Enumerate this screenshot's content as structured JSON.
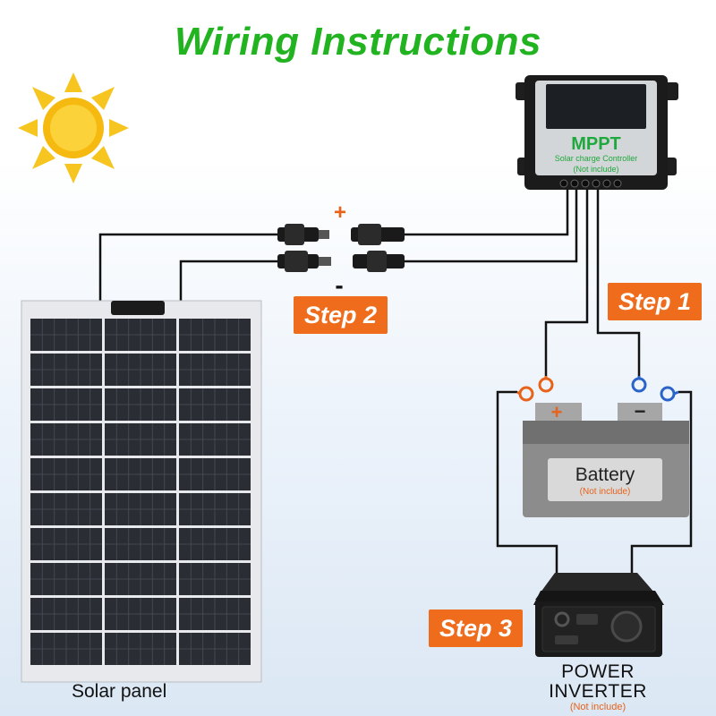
{
  "title": "Wiring Instructions",
  "controller": {
    "name": "MPPT",
    "subtitle": "Solar charge Controller",
    "note": "(Not include)"
  },
  "battery": {
    "name": "Battery",
    "note": "(Not include)",
    "plus": "+",
    "minus": "−"
  },
  "connectors": {
    "plus": "+",
    "minus": "-"
  },
  "steps": {
    "step1": "Step 1",
    "step2": "Step 2",
    "step3": "Step 3"
  },
  "solar_panel_label": "Solar panel",
  "inverter": {
    "line1": "POWER",
    "line2": "INVERTER",
    "note": "(Not include)"
  },
  "colors": {
    "title": "#22b321",
    "step_badge": "#ee6c1c",
    "positive_terminal": "#e8621a",
    "negative_terminal": "#2a63c9",
    "wire": "#111111"
  }
}
